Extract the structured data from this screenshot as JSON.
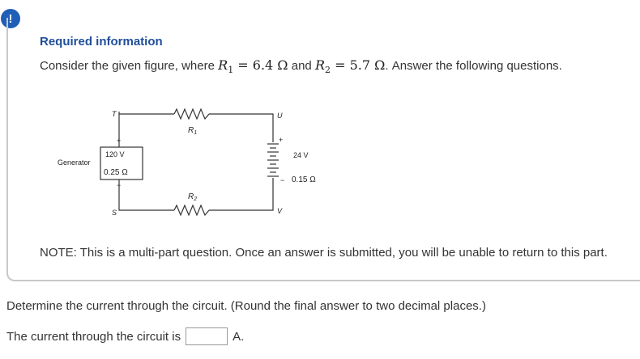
{
  "alert": {
    "icon": "exclamation-icon",
    "glyph": "!"
  },
  "header": {
    "title": "Required information"
  },
  "intro": {
    "prefix": "Consider the given figure, where",
    "r1_symbol": "R",
    "r1_sub": "1",
    "r1_value": "= 6.4 Ω",
    "and": "and",
    "r2_symbol": "R",
    "r2_sub": "2",
    "r2_value": "= 5.7 Ω",
    "suffix": ". Answer the following questions."
  },
  "figure": {
    "label_T": "T",
    "label_U": "U",
    "label_S": "S",
    "label_V": "V",
    "generator_label": "Generator",
    "gen_voltage": "120 V",
    "gen_resistance": "0.25 Ω",
    "r1_label": "R",
    "r1_sub": "1",
    "r2_label": "R",
    "r2_sub": "2",
    "battery_voltage": "24 V",
    "battery_resistance": "0.15 Ω",
    "plus": "+",
    "minus": "−"
  },
  "note": "NOTE: This is a multi-part question. Once an answer is submitted, you will be unable to return to this part.",
  "question": "Determine the current through the circuit. (Round the final answer to two decimal places.)",
  "answer": {
    "label": "The current through the circuit is",
    "value": "",
    "unit": "A."
  }
}
